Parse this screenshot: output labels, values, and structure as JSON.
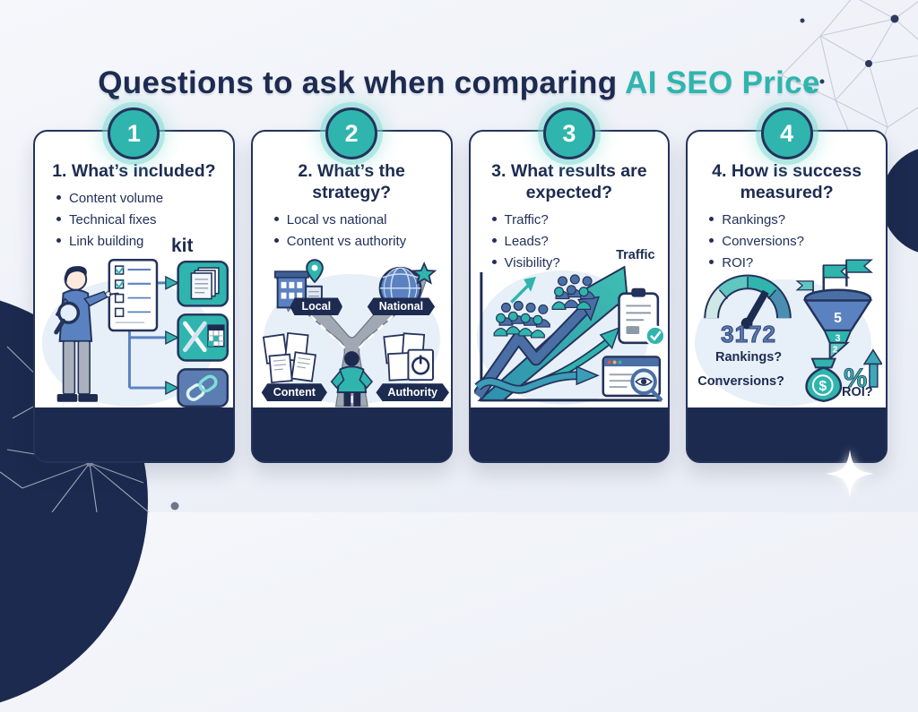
{
  "header": {
    "title_prefix": "Questions to ask when comparing ",
    "title_accent": "AI SEO Price"
  },
  "colors": {
    "accent_teal": "#2fb5ae",
    "navy": "#1d2b50",
    "card_footer_navy": "#1b2a4e",
    "background": "#eef1f7"
  },
  "cards": [
    {
      "number": "1",
      "title": "1. What’s included?",
      "bullets": [
        "Content volume",
        "Technical fixes",
        "Link building"
      ],
      "labels": {
        "kit": "kit"
      }
    },
    {
      "number": "2",
      "title": "2. What’s the strategy?",
      "bullets": [
        "Local vs national",
        "Content vs authority"
      ],
      "labels": {
        "local": "Local",
        "national": "National",
        "content": "Content",
        "authority": "Authority"
      }
    },
    {
      "number": "3",
      "title": "3. What results are expected?",
      "bullets": [
        "Traffic?",
        "Leads?",
        "Visibility?"
      ],
      "labels": {
        "traffic": "Traffic"
      }
    },
    {
      "number": "4",
      "title": "4. How is success measured?",
      "bullets": [
        "Rankings?",
        "Conversions?",
        "ROI?"
      ],
      "labels": {
        "gauge_value": "3172",
        "rankings": "Rankings?",
        "conversions": "Conversions?",
        "roi": "ROI?",
        "funnel_top": "5",
        "funnel_mid": "3",
        "funnel_bottom": "2",
        "dollar": "$",
        "percent": "%"
      }
    }
  ]
}
